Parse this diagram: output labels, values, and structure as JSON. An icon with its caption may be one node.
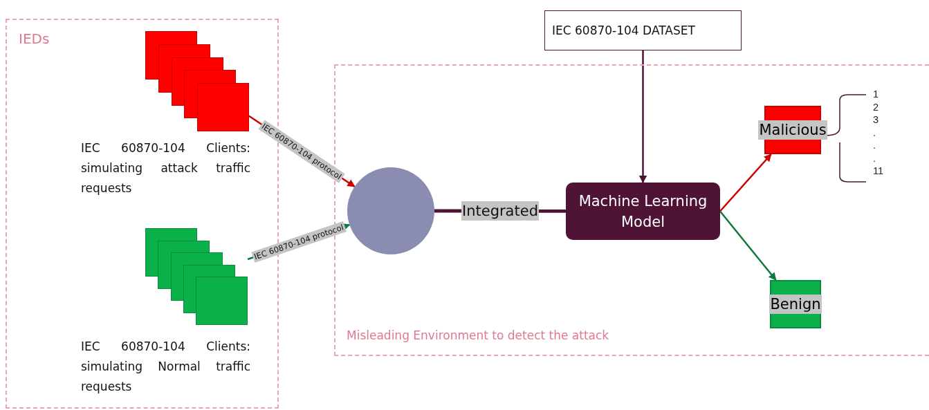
{
  "diagram": {
    "nodes": [
      {
        "text": [
          "IEDs"
        ]
      },
      {
        "text": [],
        "shape": "box",
        "in": 0,
        "beside": [
          "IEC 60870-104 Clients: simulating attack traffic requests"
        ]
      },
      {
        "text": [],
        "shape": "box",
        "in": 0,
        "beside": [
          "IEC 60870-104 Clients: simulating Normal traffic requests"
        ]
      },
      {
        "text": [
          "Misleading Environment to detect the attack"
        ]
      },
      {
        "text": [],
        "shape": "circle",
        "in": 3
      },
      {
        "text": [
          "Machine Learning Model"
        ],
        "in": 3
      },
      {
        "text": [
          "IEC 60870-104 DATASET"
        ]
      },
      {
        "text": [
          "Malicious"
        ],
        "in": 3
      },
      {
        "text": [
          "Benign"
        ],
        "in": 3
      }
    ],
    "edges": [
      {
        "from": 1,
        "to": 4,
        "arrow": "to",
        "label": "IEC 60870-104 protocol",
        "color": "#cc0000"
      },
      {
        "from": 2,
        "to": 4,
        "arrow": "to",
        "label": "IEC 60870-104 protocol",
        "color": "#0b7a3a"
      },
      {
        "from": 4,
        "to": 5,
        "arrow": "none",
        "label": "Integrated",
        "style": "thick",
        "color": "#4f1435"
      },
      {
        "from": 6,
        "to": 5,
        "arrow": "to",
        "color": "#4f1435"
      },
      {
        "from": 5,
        "to": 7,
        "arrow": "to",
        "color": "#cc0000"
      },
      {
        "from": 5,
        "to": 8,
        "arrow": "to",
        "color": "#0b7a3a"
      }
    ],
    "labels": [
      "1",
      "2",
      "3",
      ".",
      ".",
      ".",
      "11"
    ]
  }
}
